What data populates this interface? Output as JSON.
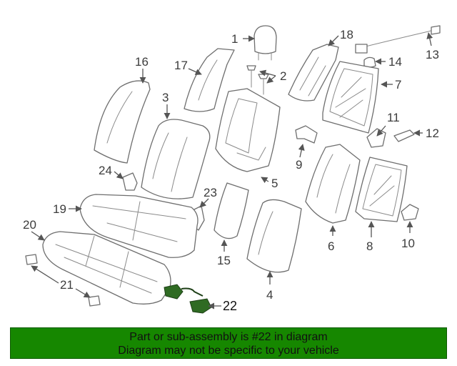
{
  "callouts": {
    "c1": "1",
    "c2": "2",
    "c3": "3",
    "c4": "4",
    "c5": "5",
    "c6": "6",
    "c7": "7",
    "c8": "8",
    "c9": "9",
    "c10": "10",
    "c11": "11",
    "c12": "12",
    "c13": "13",
    "c14": "14",
    "c15": "15",
    "c16": "16",
    "c17": "17",
    "c18": "18",
    "c19": "19",
    "c20": "20",
    "c21": "21",
    "c22": "22",
    "c23": "23",
    "c24": "24"
  },
  "highlight_color": "#2f6b23",
  "banner": {
    "line1": "Part or sub-assembly is #22 in diagram",
    "line2": "Diagram may not be specific to your vehicle",
    "background": "#168700"
  }
}
